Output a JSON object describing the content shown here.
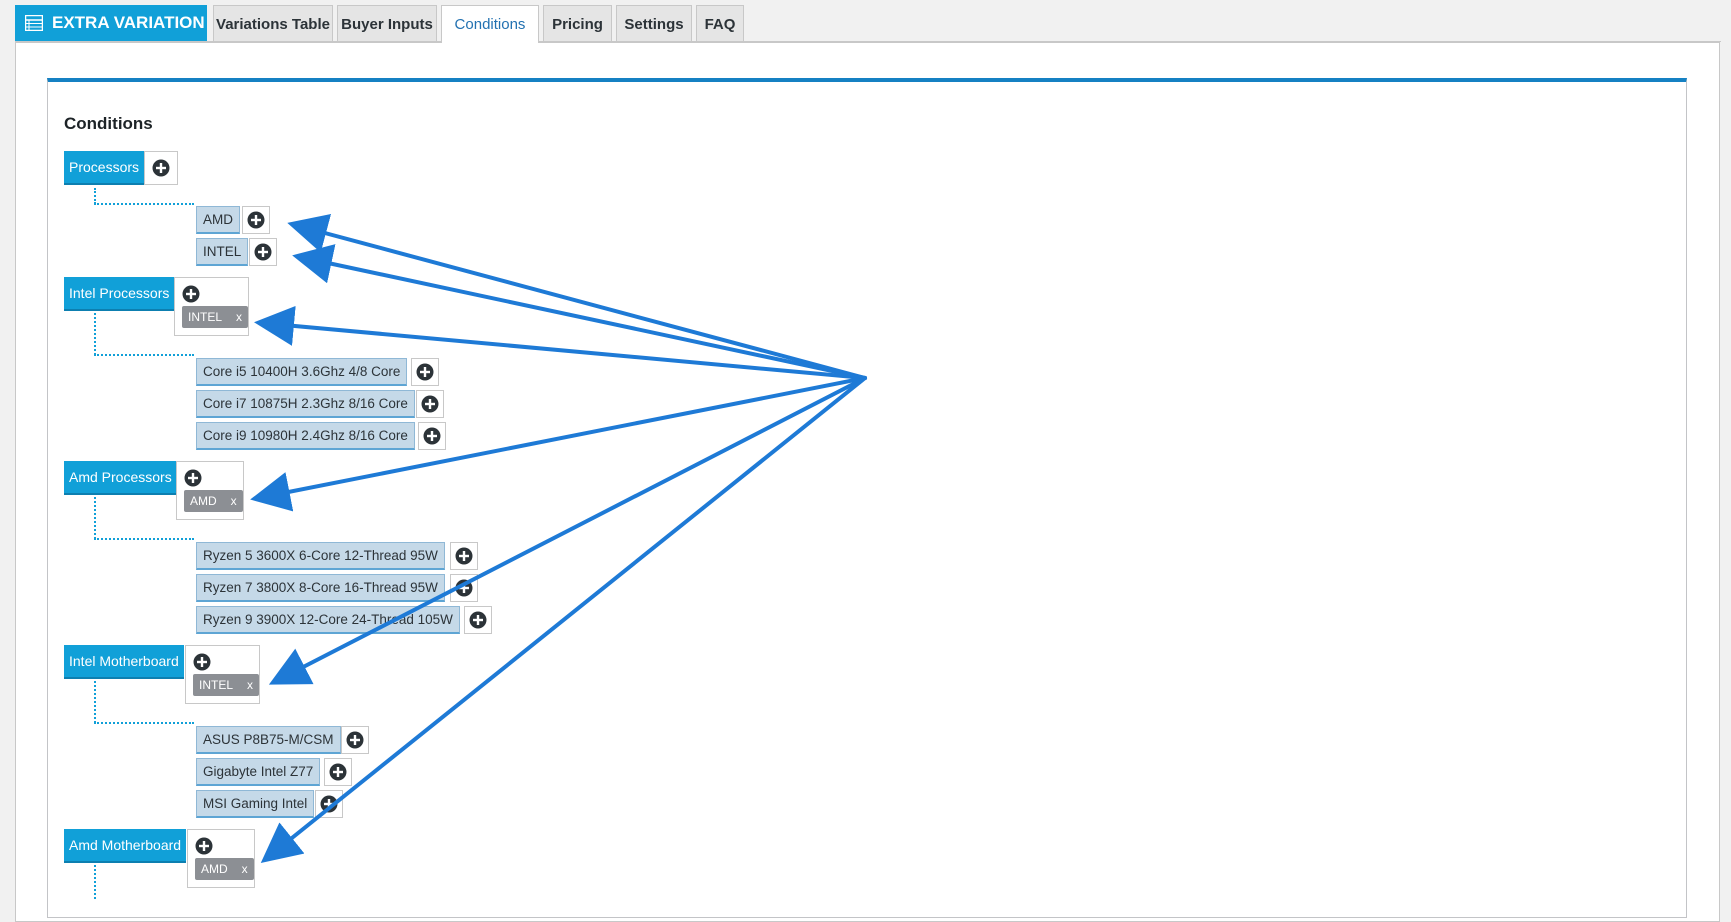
{
  "app": {
    "title": "EXTRA VARIATION",
    "icon": "table-list-icon"
  },
  "tabs": [
    {
      "label": "Variations Table",
      "active": false
    },
    {
      "label": "Buyer Inputs",
      "active": false
    },
    {
      "label": "Conditions",
      "active": true
    },
    {
      "label": "Pricing",
      "active": false
    },
    {
      "label": "Settings",
      "active": false
    },
    {
      "label": "FAQ",
      "active": false
    }
  ],
  "section_title": "Conditions",
  "groups": {
    "processors": {
      "label": "Processors",
      "items": [
        "AMD",
        "INTEL"
      ]
    },
    "intel_processors": {
      "label": "Intel Processors",
      "condition": "INTEL",
      "items": [
        "Core i5 10400H 3.6Ghz 4/8 Core",
        "Core i7 10875H 2.3Ghz 8/16 Core",
        "Core i9 10980H 2.4Ghz 8/16 Core"
      ]
    },
    "amd_processors": {
      "label": "Amd Processors",
      "condition": "AMD",
      "items": [
        "Ryzen 5 3600X 6-Core 12-Thread 95W",
        "Ryzen 7 3800X 8-Core 16-Thread 95W",
        "Ryzen 9 3900X 12-Core 24-Thread 105W"
      ]
    },
    "intel_motherboard": {
      "label": "Intel Motherboard",
      "condition": "INTEL",
      "items": [
        "ASUS P8B75-M/CSM",
        "Gigabyte Intel Z77",
        "MSI Gaming Intel"
      ]
    },
    "amd_motherboard": {
      "label": "Amd Motherboard",
      "condition": "AMD"
    }
  },
  "chip_remove": "x",
  "colors": {
    "accent": "#11a0d8",
    "arrow": "#1e7ad6",
    "chip": "#8c8f94",
    "item_bg": "#c5d9e8"
  }
}
